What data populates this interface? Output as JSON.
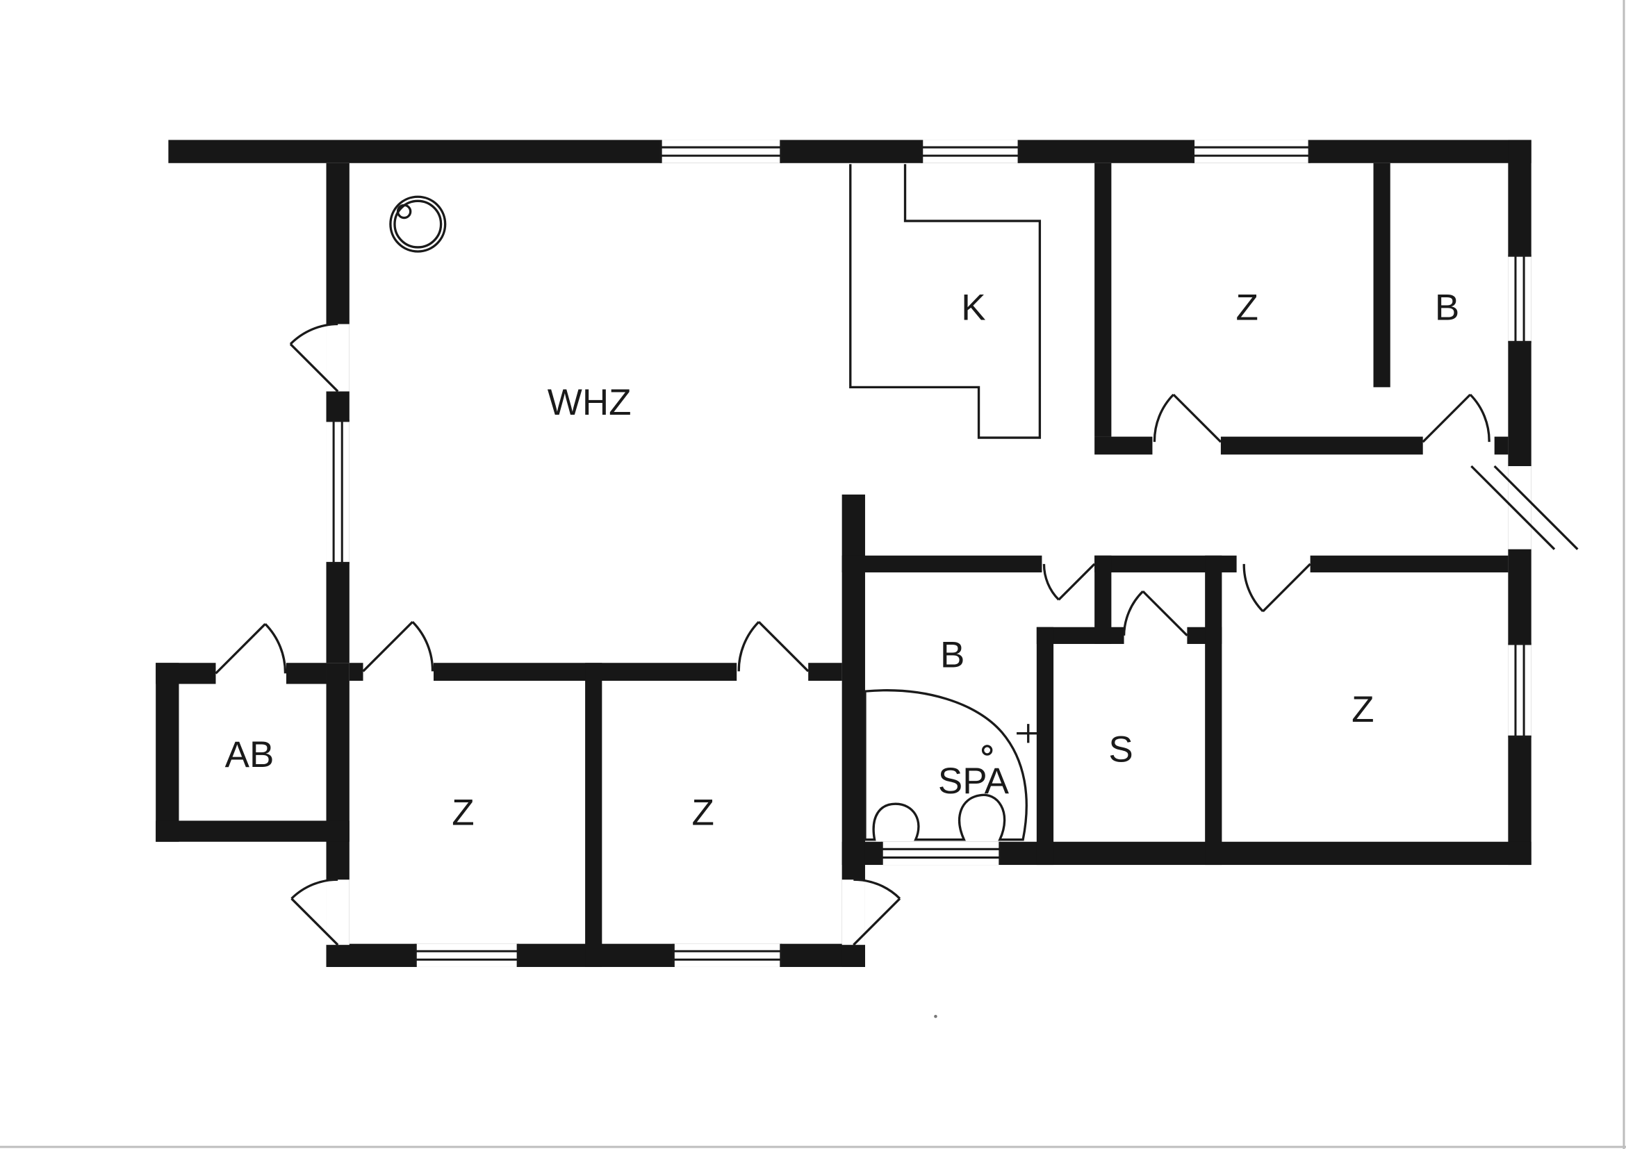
{
  "floorplan": {
    "rooms": [
      {
        "id": "whz",
        "label": "WHZ"
      },
      {
        "id": "k",
        "label": "K"
      },
      {
        "id": "z-top",
        "label": "Z"
      },
      {
        "id": "b-top-right",
        "label": "B"
      },
      {
        "id": "b-bath",
        "label": "B"
      },
      {
        "id": "s",
        "label": "S"
      },
      {
        "id": "spa",
        "label": "SPA"
      },
      {
        "id": "z-right",
        "label": "Z"
      },
      {
        "id": "z-bottom-left",
        "label": "Z"
      },
      {
        "id": "z-bottom-middle",
        "label": "Z"
      },
      {
        "id": "ab",
        "label": "AB"
      }
    ],
    "colors": {
      "wall": "#171717",
      "line": "#1a1a1a",
      "background": "#ffffff"
    },
    "symbols": [
      "kitchen-counter",
      "corner-spa-tub",
      "ceiling-fixture",
      "window",
      "door-swing"
    ]
  }
}
